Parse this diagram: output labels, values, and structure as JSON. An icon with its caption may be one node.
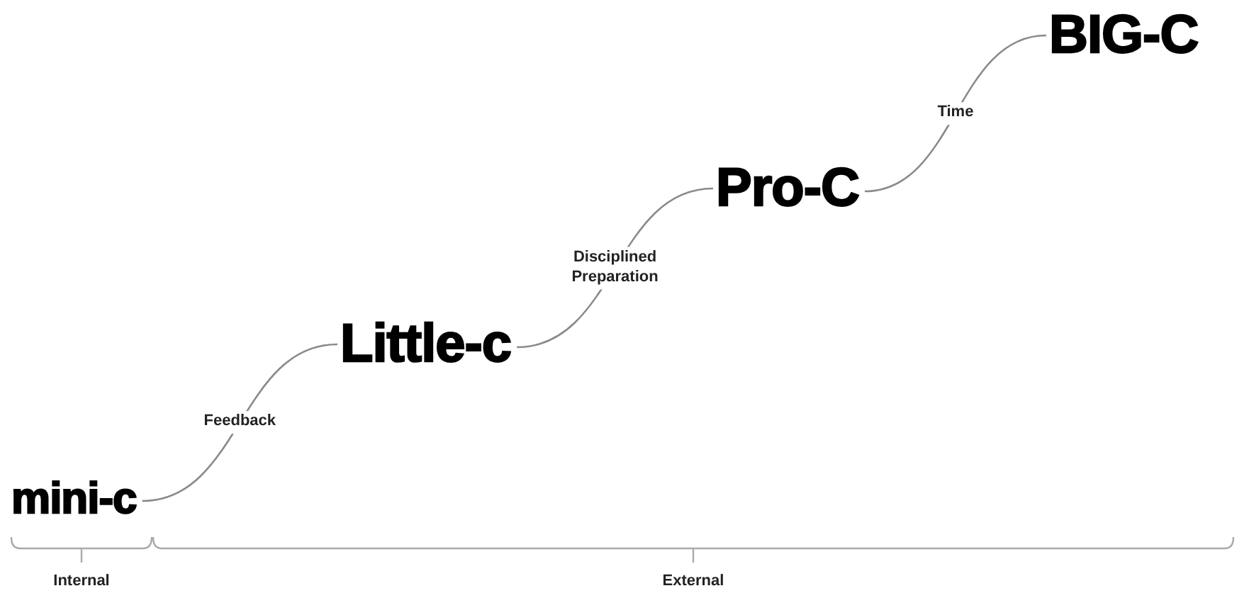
{
  "diagram": {
    "nodes": [
      {
        "text": [
          "mini-c"
        ]
      },
      {
        "text": [
          "Little-c"
        ]
      },
      {
        "text": [
          "Pro-C"
        ]
      },
      {
        "text": [
          "BIG-C"
        ]
      }
    ],
    "edges": [
      {
        "from": 0,
        "to": 1,
        "arrow": "none",
        "label": "Feedback"
      },
      {
        "from": 1,
        "to": 2,
        "arrow": "none",
        "label": "Disciplined Preparation"
      },
      {
        "from": 2,
        "to": 3,
        "arrow": "none",
        "label": "Time"
      }
    ],
    "labels": [
      "Internal",
      "External"
    ]
  }
}
